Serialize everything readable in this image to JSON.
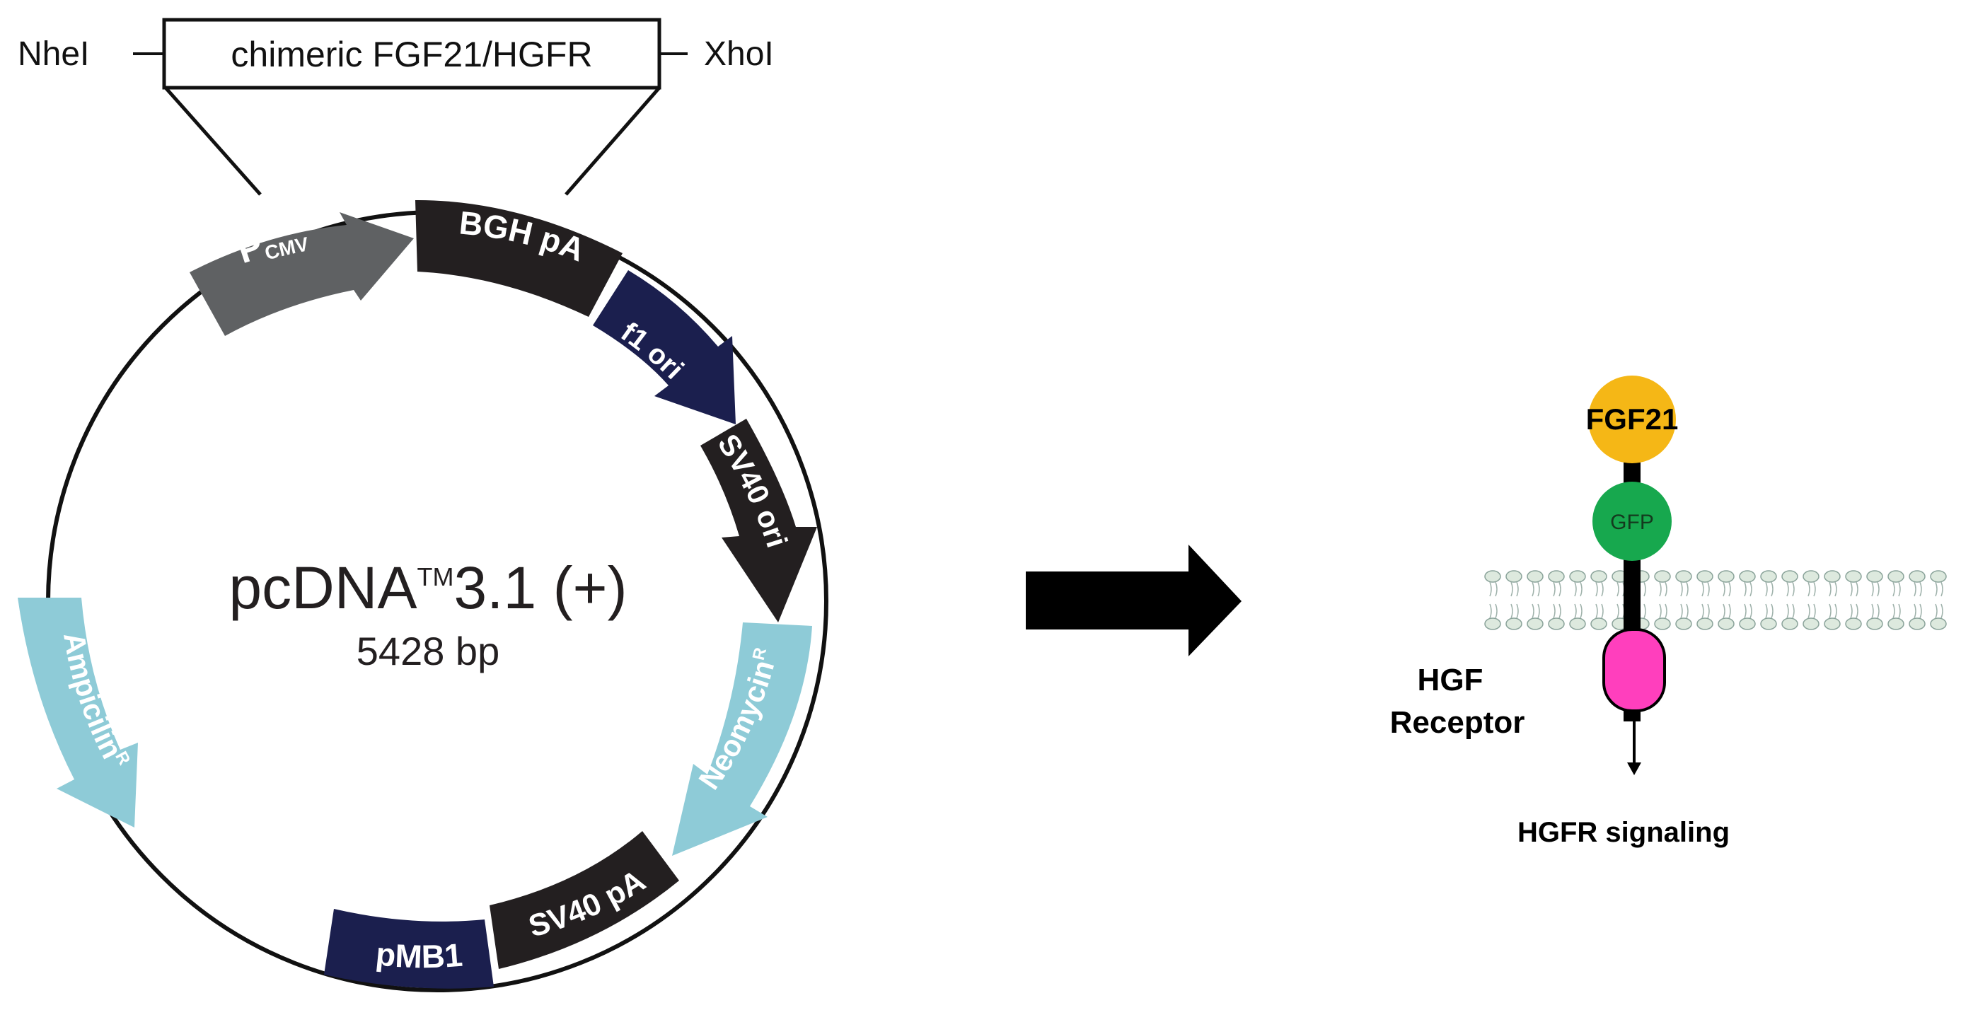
{
  "insert": {
    "left_site": "NheI",
    "box_label": "chimeric FGF21/HGFR",
    "right_site": "XhoI"
  },
  "plasmid": {
    "name": "pcDNA",
    "trademark": "TM",
    "version": "3.1 (+)",
    "size": "5428 bp",
    "features": {
      "pcmv_main": "P",
      "pcmv_sub": "CMV",
      "bgh": "BGH pA",
      "f1": "f1 ori",
      "sv40ori": "SV40 ori",
      "neo_main": "Neomycin",
      "neo_sup": "R",
      "sv40pa": "SV40 pA",
      "pmb1": "pMB1",
      "amp_main": "Ampicilin",
      "amp_sup": "R"
    }
  },
  "receptor": {
    "ligand": "FGF21",
    "tag": "GFP",
    "label_line1": "HGF",
    "label_line2": "Receptor",
    "signaling": "HGFR signaling"
  },
  "colors": {
    "dark_gray": "#5f6163",
    "black_feature": "#231f20",
    "navy": "#1b1f4e",
    "light_blue": "#8ecbd7",
    "fgf21": "#f5b716",
    "gfp": "#17a84e",
    "receptor": "#ff3fbd",
    "membrane": "#dde9de"
  }
}
